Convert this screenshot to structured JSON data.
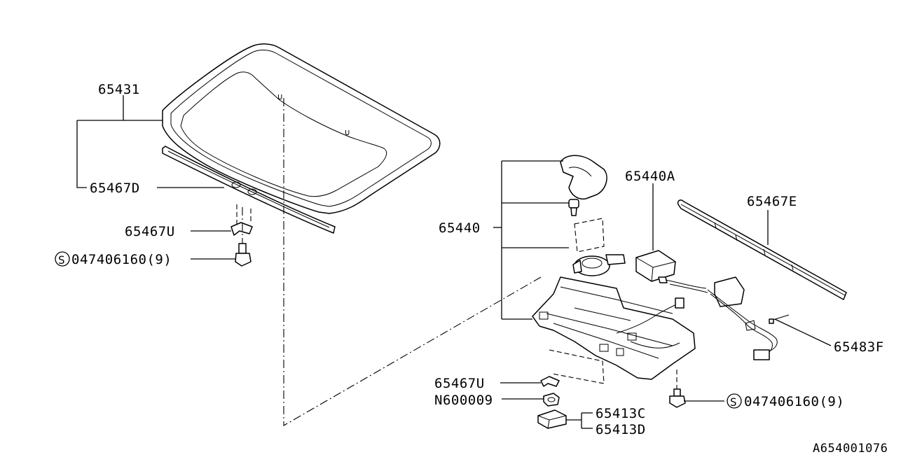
{
  "diagram_id": "A654001076",
  "callouts": {
    "p65431": "65431",
    "p65467D": "65467D",
    "p65467U_left": "65467U",
    "bolt_left": "047406160(9)",
    "p65440": "65440",
    "p65440A": "65440A",
    "p65467E": "65467E",
    "p65483F": "65483F",
    "p65467U_bottom": "65467U",
    "nut": "N600009",
    "p65413C": "65413C",
    "p65413D": "65413D",
    "bolt_right": "047406160(9)"
  },
  "symbols": {
    "s_marker": "S"
  }
}
